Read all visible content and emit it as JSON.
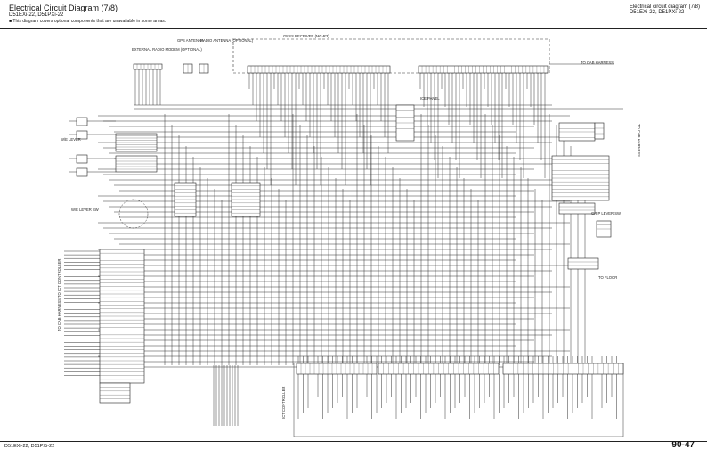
{
  "header": {
    "title": "Electrical Circuit Diagram (7/8)",
    "models": "D51EXi-22, D51PXi-22",
    "note": "This diagram covers optional components that are unavailable in some areas.",
    "right_title": "Electrical circuit diagram (7/8)",
    "right_models": "D51EXi-22, D51PXi-22"
  },
  "footer": {
    "models": "D51EXi-22, D51PXi-22",
    "page": "90-47"
  },
  "labels": {
    "external_radio": "EXTERNAL RADIO MODEM (OPTIONAL)",
    "gps_antenna": "GPS ANTENNA",
    "radio_antenna": "RADIO ANTENNA (OPTIONAL)",
    "gnss_receiver": "GNSS RECEIVER (MC-R3)",
    "to_cab_harness_top": "TO CAB HARNESS",
    "wr_lever": "W/E LEVER",
    "wr_lever_sw": "W/E LEVER SW",
    "ice_panel": "ICE PANEL",
    "to_cab_harness_right": "TO CAB HARNESS",
    "grip_lever": "GRIP LEVER SW",
    "to_floor": "TO FLOOR",
    "tt_controller": "ICT CONTROLLER",
    "harness_left": "TO CAB HARNESS TO ICT CONTROLLER"
  }
}
